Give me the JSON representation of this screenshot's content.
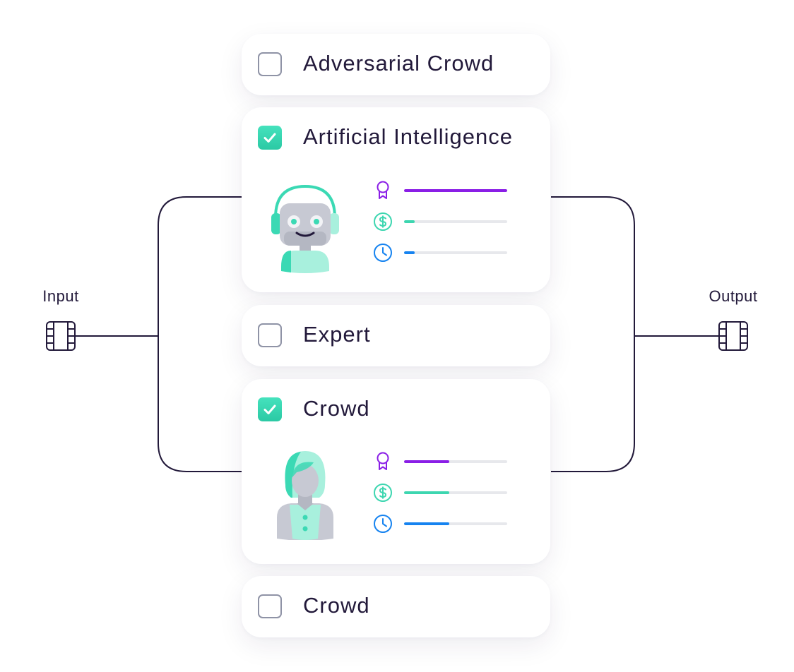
{
  "input": {
    "label": "Input",
    "icon": "film-strip-icon"
  },
  "output": {
    "label": "Output",
    "icon": "film-strip-icon"
  },
  "colors": {
    "accent": "#3bd9b4",
    "quality": "#8a1ee6",
    "cost": "#3dd6b0",
    "time": "#1683f0",
    "line": "#22193a"
  },
  "options": [
    {
      "title": "Adversarial Crowd",
      "checked": false
    },
    {
      "title": "Artificial Intelligence",
      "checked": true,
      "avatar": "robot-headset-icon",
      "metrics": [
        {
          "icon": "award-ribbon-icon",
          "level": 1.0
        },
        {
          "icon": "dollar-coin-icon",
          "level": 0.1
        },
        {
          "icon": "clock-icon",
          "level": 0.1
        }
      ]
    },
    {
      "title": "Expert",
      "checked": false
    },
    {
      "title": "Crowd",
      "checked": true,
      "avatar": "woman-worker-icon",
      "metrics": [
        {
          "icon": "award-ribbon-icon",
          "level": 0.44
        },
        {
          "icon": "dollar-coin-icon",
          "level": 0.44
        },
        {
          "icon": "clock-icon",
          "level": 0.44
        }
      ]
    },
    {
      "title": "Crowd",
      "checked": false
    }
  ]
}
